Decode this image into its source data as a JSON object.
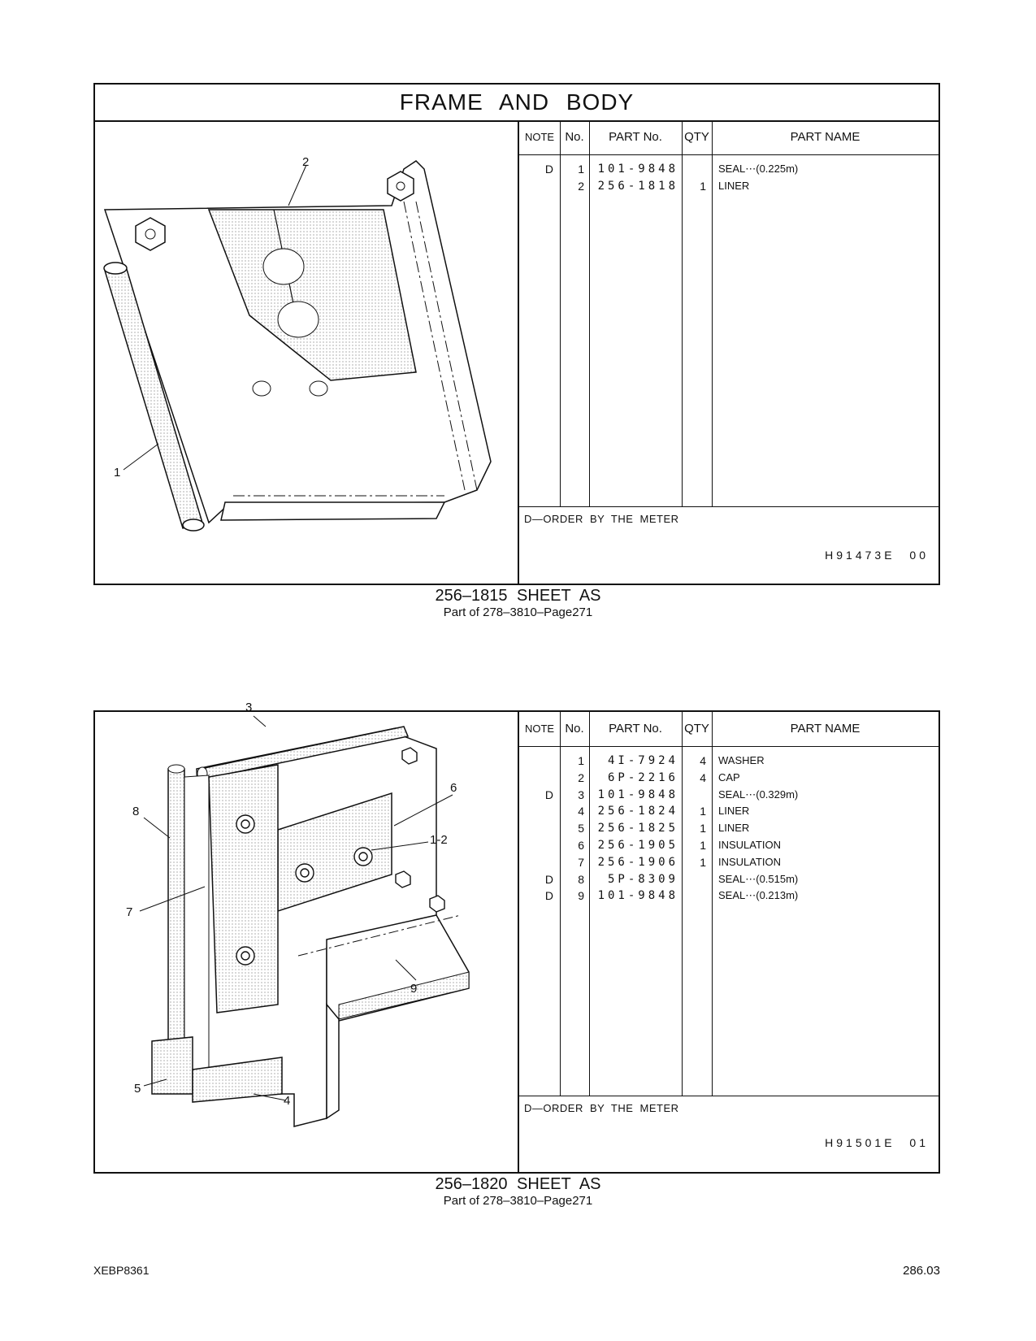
{
  "sheet1": {
    "title": "FRAME AND BODY",
    "headers": {
      "note": "NOTE",
      "no": "No.",
      "part_no": "PART No.",
      "qty": "QTY",
      "part_name": "PART NAME"
    },
    "rows": [
      {
        "note": "D",
        "no": "1",
        "part_no": "101-9848",
        "qty": "",
        "part_name": "SEAL⋯(0.225m)"
      },
      {
        "note": "",
        "no": "2",
        "part_no": "256-1818",
        "qty": "1",
        "part_name": "LINER"
      }
    ],
    "footnote": "D—ORDER BY THE METER",
    "drawing_code": "H91473E  00",
    "callouts": [
      "1",
      "2"
    ],
    "caption": "256–1815 SHEET AS",
    "subcaption": "Part of 278–3810–Page271"
  },
  "sheet2": {
    "headers": {
      "note": "NOTE",
      "no": "No.",
      "part_no": "PART No.",
      "qty": "QTY",
      "part_name": "PART NAME"
    },
    "rows": [
      {
        "note": "",
        "no": "1",
        "part_no": "4I-7924",
        "qty": "4",
        "part_name": "WASHER"
      },
      {
        "note": "",
        "no": "2",
        "part_no": "6P-2216",
        "qty": "4",
        "part_name": "CAP"
      },
      {
        "note": "D",
        "no": "3",
        "part_no": "101-9848",
        "qty": "",
        "part_name": "SEAL⋯(0.329m)"
      },
      {
        "note": "",
        "no": "4",
        "part_no": "256-1824",
        "qty": "1",
        "part_name": "LINER"
      },
      {
        "note": "",
        "no": "5",
        "part_no": "256-1825",
        "qty": "1",
        "part_name": "LINER"
      },
      {
        "note": "",
        "no": "6",
        "part_no": "256-1905",
        "qty": "1",
        "part_name": "INSULATION"
      },
      {
        "note": "",
        "no": "7",
        "part_no": "256-1906",
        "qty": "1",
        "part_name": "INSULATION"
      },
      {
        "note": "D",
        "no": "8",
        "part_no": "5P-8309",
        "qty": "",
        "part_name": "SEAL⋯(0.515m)"
      },
      {
        "note": "D",
        "no": "9",
        "part_no": "101-9848",
        "qty": "",
        "part_name": "SEAL⋯(0.213m)"
      }
    ],
    "footnote": "D—ORDER BY THE METER",
    "drawing_code": "H91501E  01",
    "callouts": [
      "3",
      "6",
      "8",
      "1-2",
      "7",
      "9",
      "5",
      "4"
    ],
    "caption": "256–1820 SHEET AS",
    "subcaption": "Part of 278–3810–Page271"
  },
  "footer": {
    "left": "XEBP8361",
    "right": "286.03"
  }
}
